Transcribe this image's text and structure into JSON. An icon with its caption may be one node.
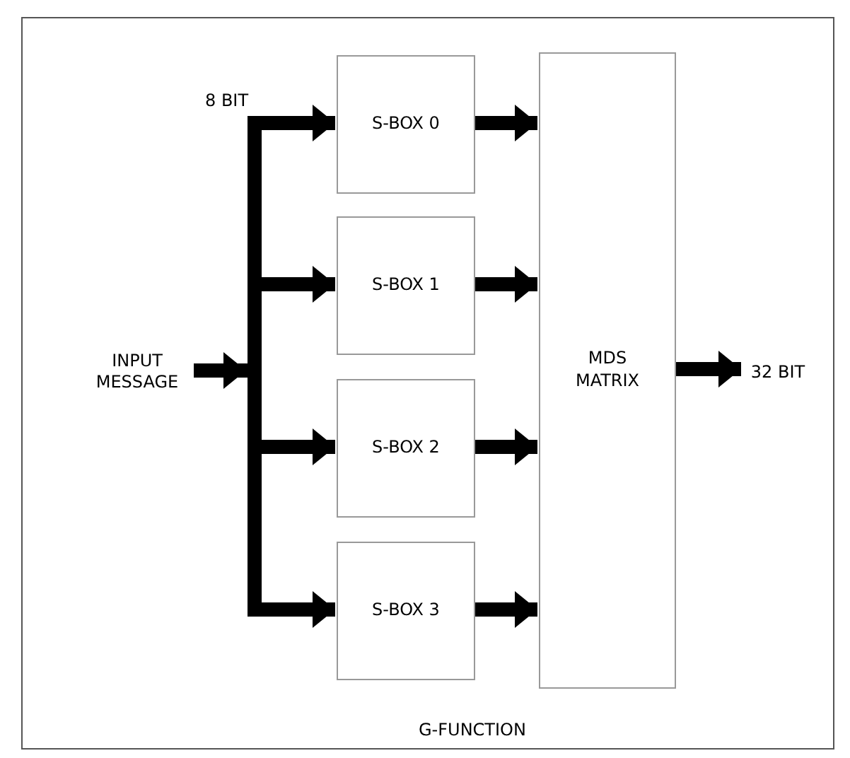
{
  "diagram": {
    "nodes": [
      {
        "text": [
          "G-FUNCTION"
        ]
      },
      {
        "text": [
          "INPUT MESSAGE"
        ],
        "in": 0
      },
      {
        "text": [
          "S-BOX 0"
        ],
        "in": 0
      },
      {
        "text": [
          "S-BOX 1"
        ],
        "in": 0
      },
      {
        "text": [
          "S-BOX 2"
        ],
        "in": 0
      },
      {
        "text": [
          "S-BOX 3"
        ],
        "in": 0
      },
      {
        "text": [
          "MDS MATRIX"
        ],
        "in": 0
      },
      {
        "text": [
          "32 BIT"
        ],
        "in": 0
      }
    ],
    "edges": [
      {
        "from": 1,
        "to": 2,
        "arrow": "to"
      },
      {
        "from": 1,
        "to": 3,
        "arrow": "to"
      },
      {
        "from": 1,
        "to": 4,
        "arrow": "to"
      },
      {
        "from": 1,
        "to": 5,
        "arrow": "to"
      },
      {
        "from": 2,
        "to": 6,
        "arrow": "to"
      },
      {
        "from": 3,
        "to": 6,
        "arrow": "to"
      },
      {
        "from": 4,
        "to": 6,
        "arrow": "to"
      },
      {
        "from": 5,
        "to": 6,
        "arrow": "to"
      },
      {
        "from": 6,
        "to": 7,
        "arrow": "to"
      }
    ],
    "labels": [
      "8 BIT"
    ]
  }
}
